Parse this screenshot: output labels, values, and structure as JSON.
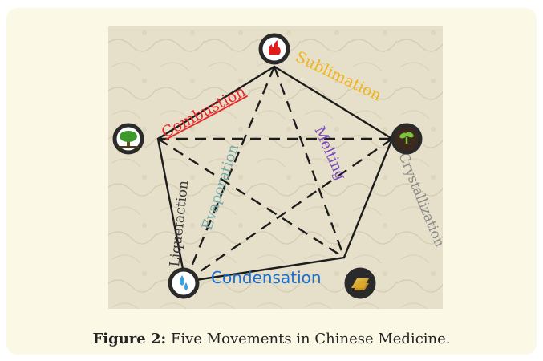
{
  "figure": {
    "labels": {
      "combustion": "Combustion",
      "sublimation": "Sublimation",
      "evaporation": "Evaporation",
      "melting": "Melting",
      "liquefaction": "Liquefaction",
      "crystallization": "Crystallization",
      "condensation": "Condensation"
    },
    "nodes": [
      "fire-icon",
      "wood-icon",
      "earth-icon",
      "water-icon",
      "metal-icon"
    ],
    "colors": {
      "combustion": "#e8262a",
      "sublimation": "#f0b418",
      "evaporation": "#74a6a8",
      "melting": "#7a48c0",
      "liquefaction": "#3a3a3a",
      "crystallization": "#8a8a8a",
      "condensation": "#1a6fd0"
    }
  },
  "caption": {
    "label": "Figure 2:",
    "text": " Five Movements in Chinese Medicine."
  }
}
